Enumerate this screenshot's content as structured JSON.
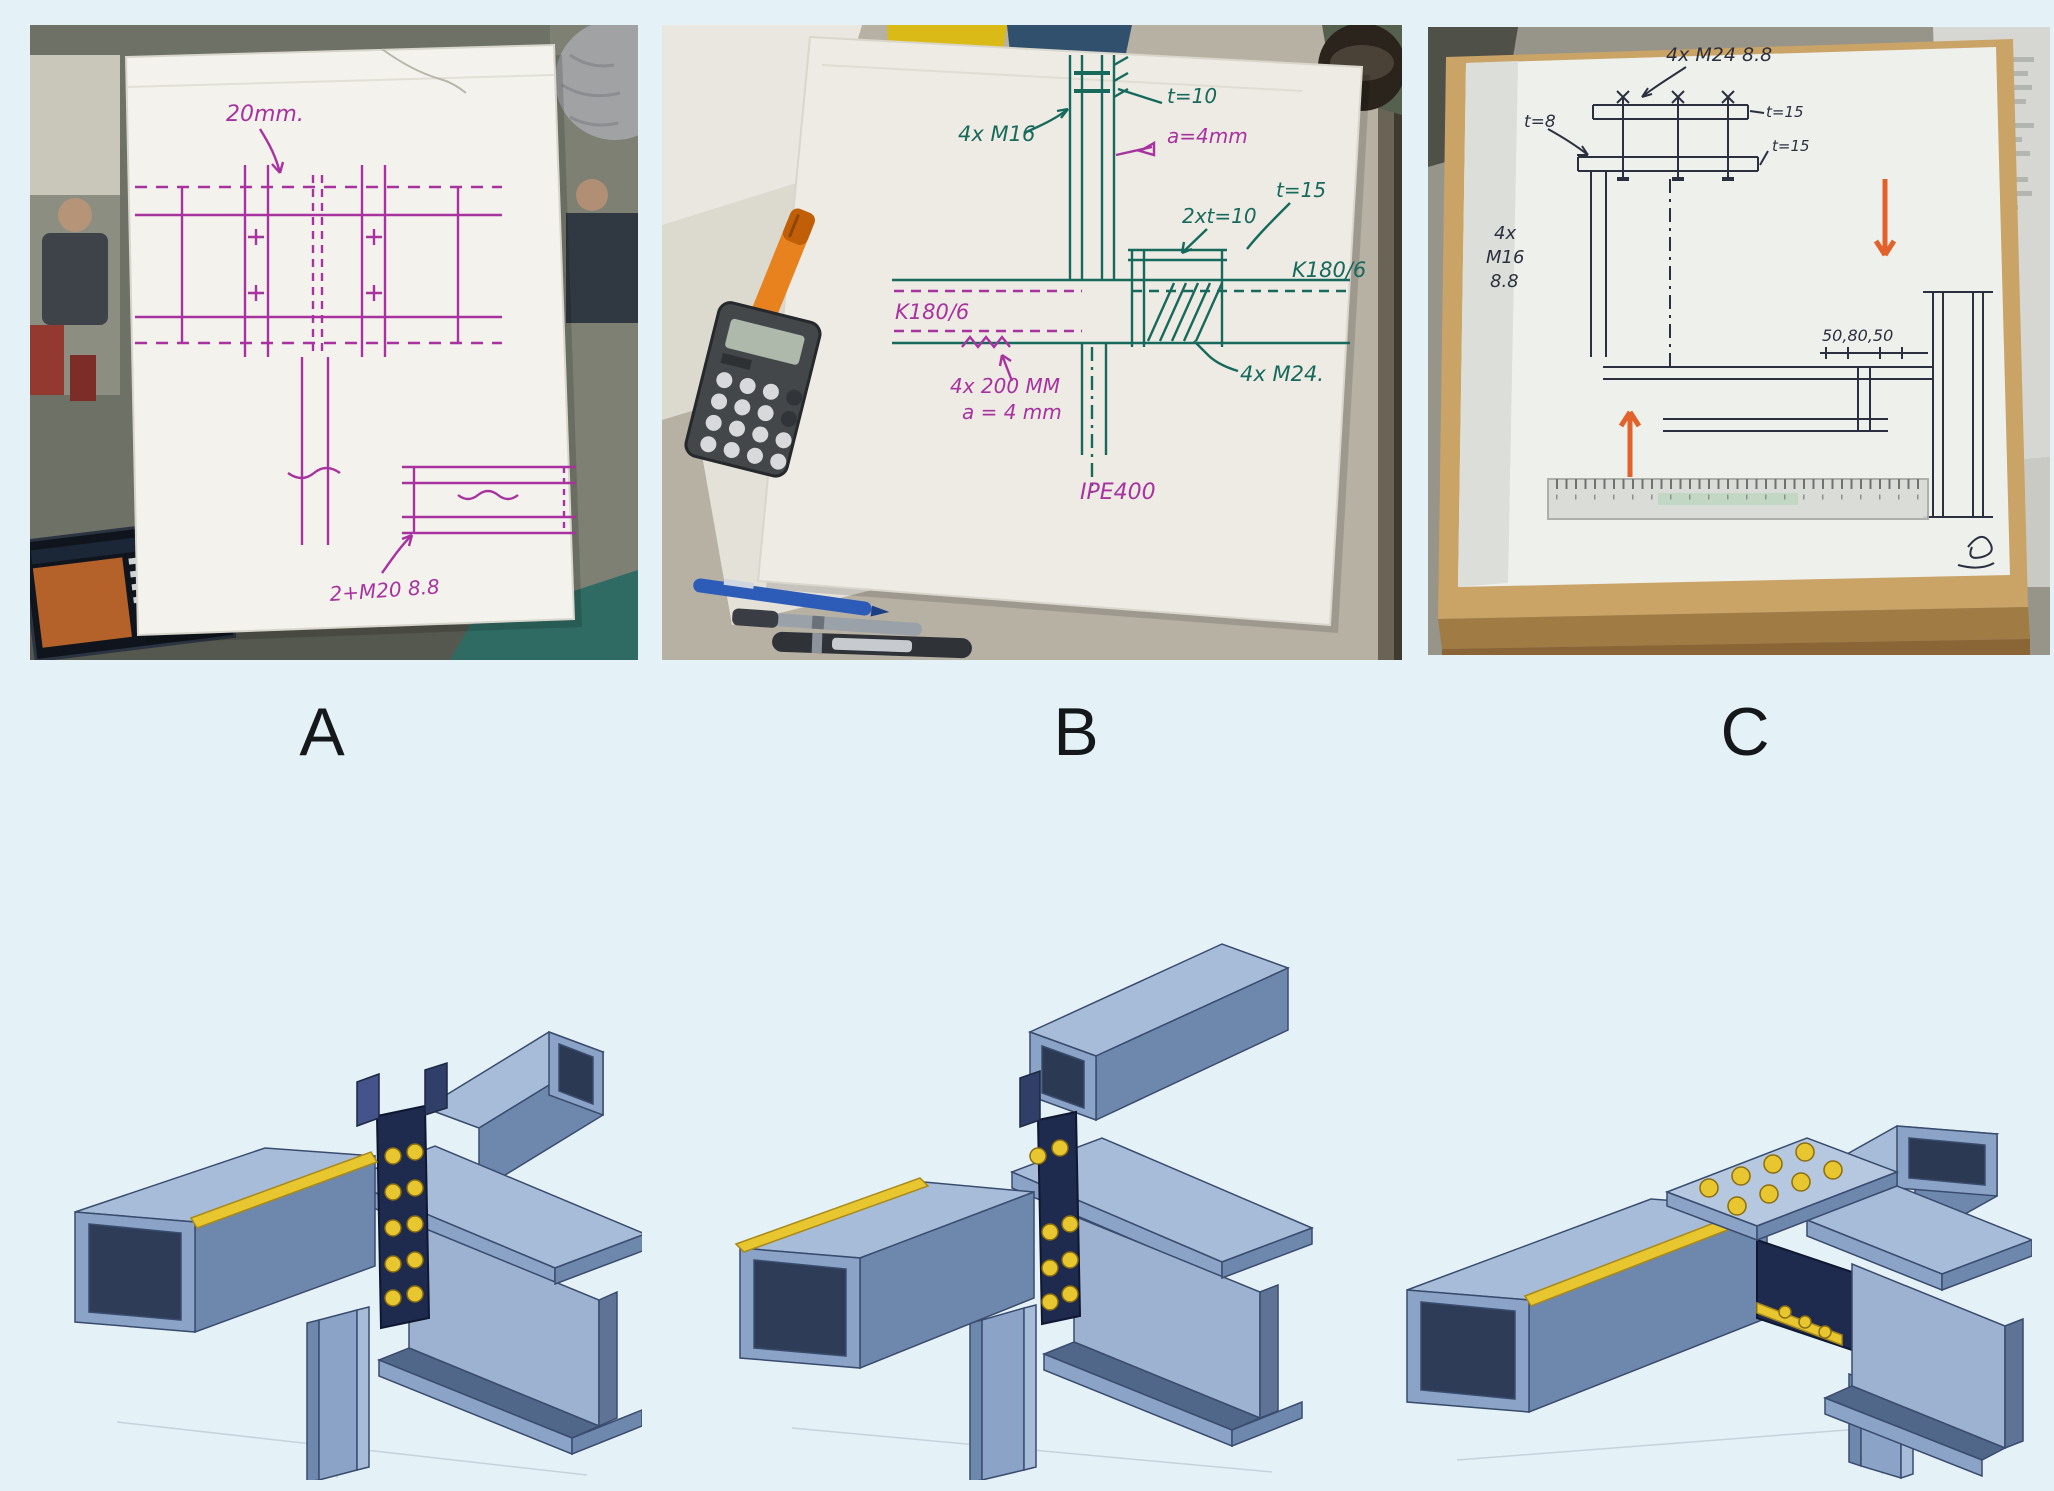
{
  "figure": {
    "labels": [
      {
        "id": "a",
        "text": "A"
      },
      {
        "id": "b",
        "text": "B"
      },
      {
        "id": "c",
        "text": "C"
      }
    ]
  },
  "sketch_a": {
    "annotations": {
      "plate_offset": "20mm.",
      "bolts": "2+M20 8.8"
    }
  },
  "sketch_b": {
    "annotations": {
      "bolts_top": "4x M16",
      "plate_top": "t=10",
      "weld_top": "a=4mm",
      "plates_mid": "2xt=10",
      "plate_end": "t=15",
      "section_left": "K180/6",
      "section_right": "K180/6",
      "weld_bottom_line1": "4x 200 MM",
      "weld_bottom_line2": "a = 4 mm",
      "bolts_mid": "4x M24.",
      "beam_section": "IPE400"
    }
  },
  "sketch_c": {
    "annotations": {
      "bolts_top": "4x M24 8.8",
      "plate_top_upper": "t=15",
      "plate_top_lower": "t=15",
      "wall": "t=8",
      "bolts_left_line1": "4x",
      "bolts_left_line2": "M16",
      "bolts_left_line3": "8.8",
      "dimensions": "50,80,50"
    }
  },
  "palette": {
    "background": "#e4f1f7",
    "steel_light": "#a7bcd9",
    "steel_mid": "#8aa3c6",
    "steel_dark": "#6e88ad",
    "plate_navy": "#1e2a4e",
    "bolt_yellow": "#e7c62f",
    "ink_magenta": "#a832a0",
    "ink_green": "#17695c",
    "ink_black": "#2b3040",
    "arrow_orange": "#e2622b"
  }
}
